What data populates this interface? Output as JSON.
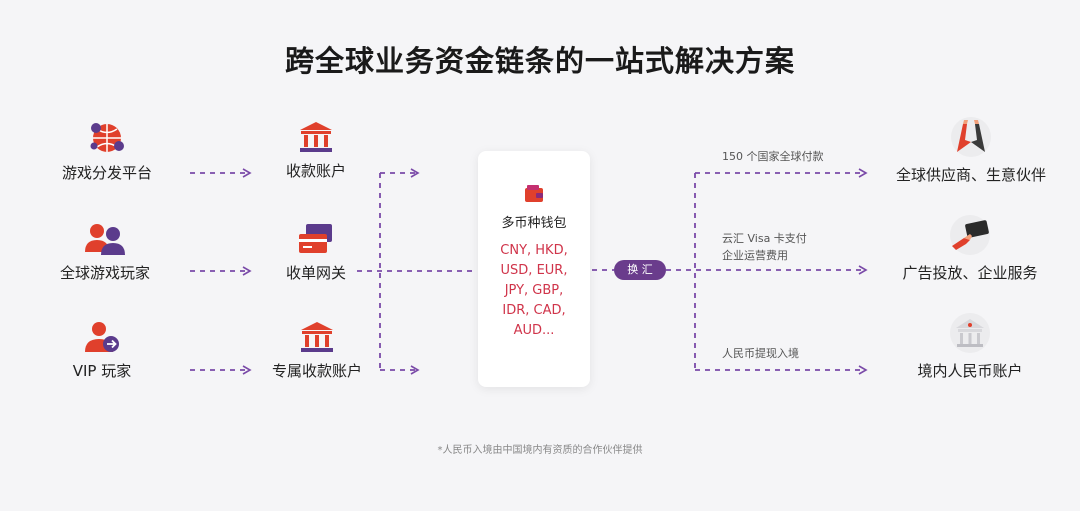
{
  "title": "跨全球业务资金链条的一站式解决方案",
  "sources": [
    {
      "label": "游戏分发平台",
      "icon": "globe-network-icon"
    },
    {
      "label": "全球游戏玩家",
      "icon": "players-icon"
    },
    {
      "label": "VIP 玩家",
      "icon": "vip-player-icon"
    }
  ],
  "accounts": [
    {
      "label": "收款账户",
      "icon": "bank-icon"
    },
    {
      "label": "收单网关",
      "icon": "card-gateway-icon"
    },
    {
      "label": "专属收款账户",
      "icon": "bank-icon"
    }
  ],
  "wallet": {
    "title": "多币种钱包",
    "icon": "wallet-icon",
    "currency_lines": [
      "CNY, HKD,",
      "USD, EUR,",
      "JPY, GBP,",
      "IDR, CAD,",
      "AUD..."
    ]
  },
  "exchange_label": "换 汇",
  "routes": [
    {
      "text": "150 个国家全球付款"
    },
    {
      "line1": "云汇 Visa 卡支付",
      "line2": "企业运营费用"
    },
    {
      "text": "人民币提现入境"
    }
  ],
  "destinations": [
    {
      "label": "全球供应商、生意伙伴",
      "icon": "handshake-icon"
    },
    {
      "label": "广告投放、企业服务",
      "icon": "card-payment-icon"
    },
    {
      "label": "境内人民币账户",
      "icon": "bank-icon"
    }
  ],
  "footnote": "*人民币入境由中国境内有资质的合作伙伴提供",
  "colors": {
    "accent": "#6a3c8c",
    "brand_red": "#e0402c",
    "currency": "#d0344a",
    "dash": "#7a4aa8"
  }
}
